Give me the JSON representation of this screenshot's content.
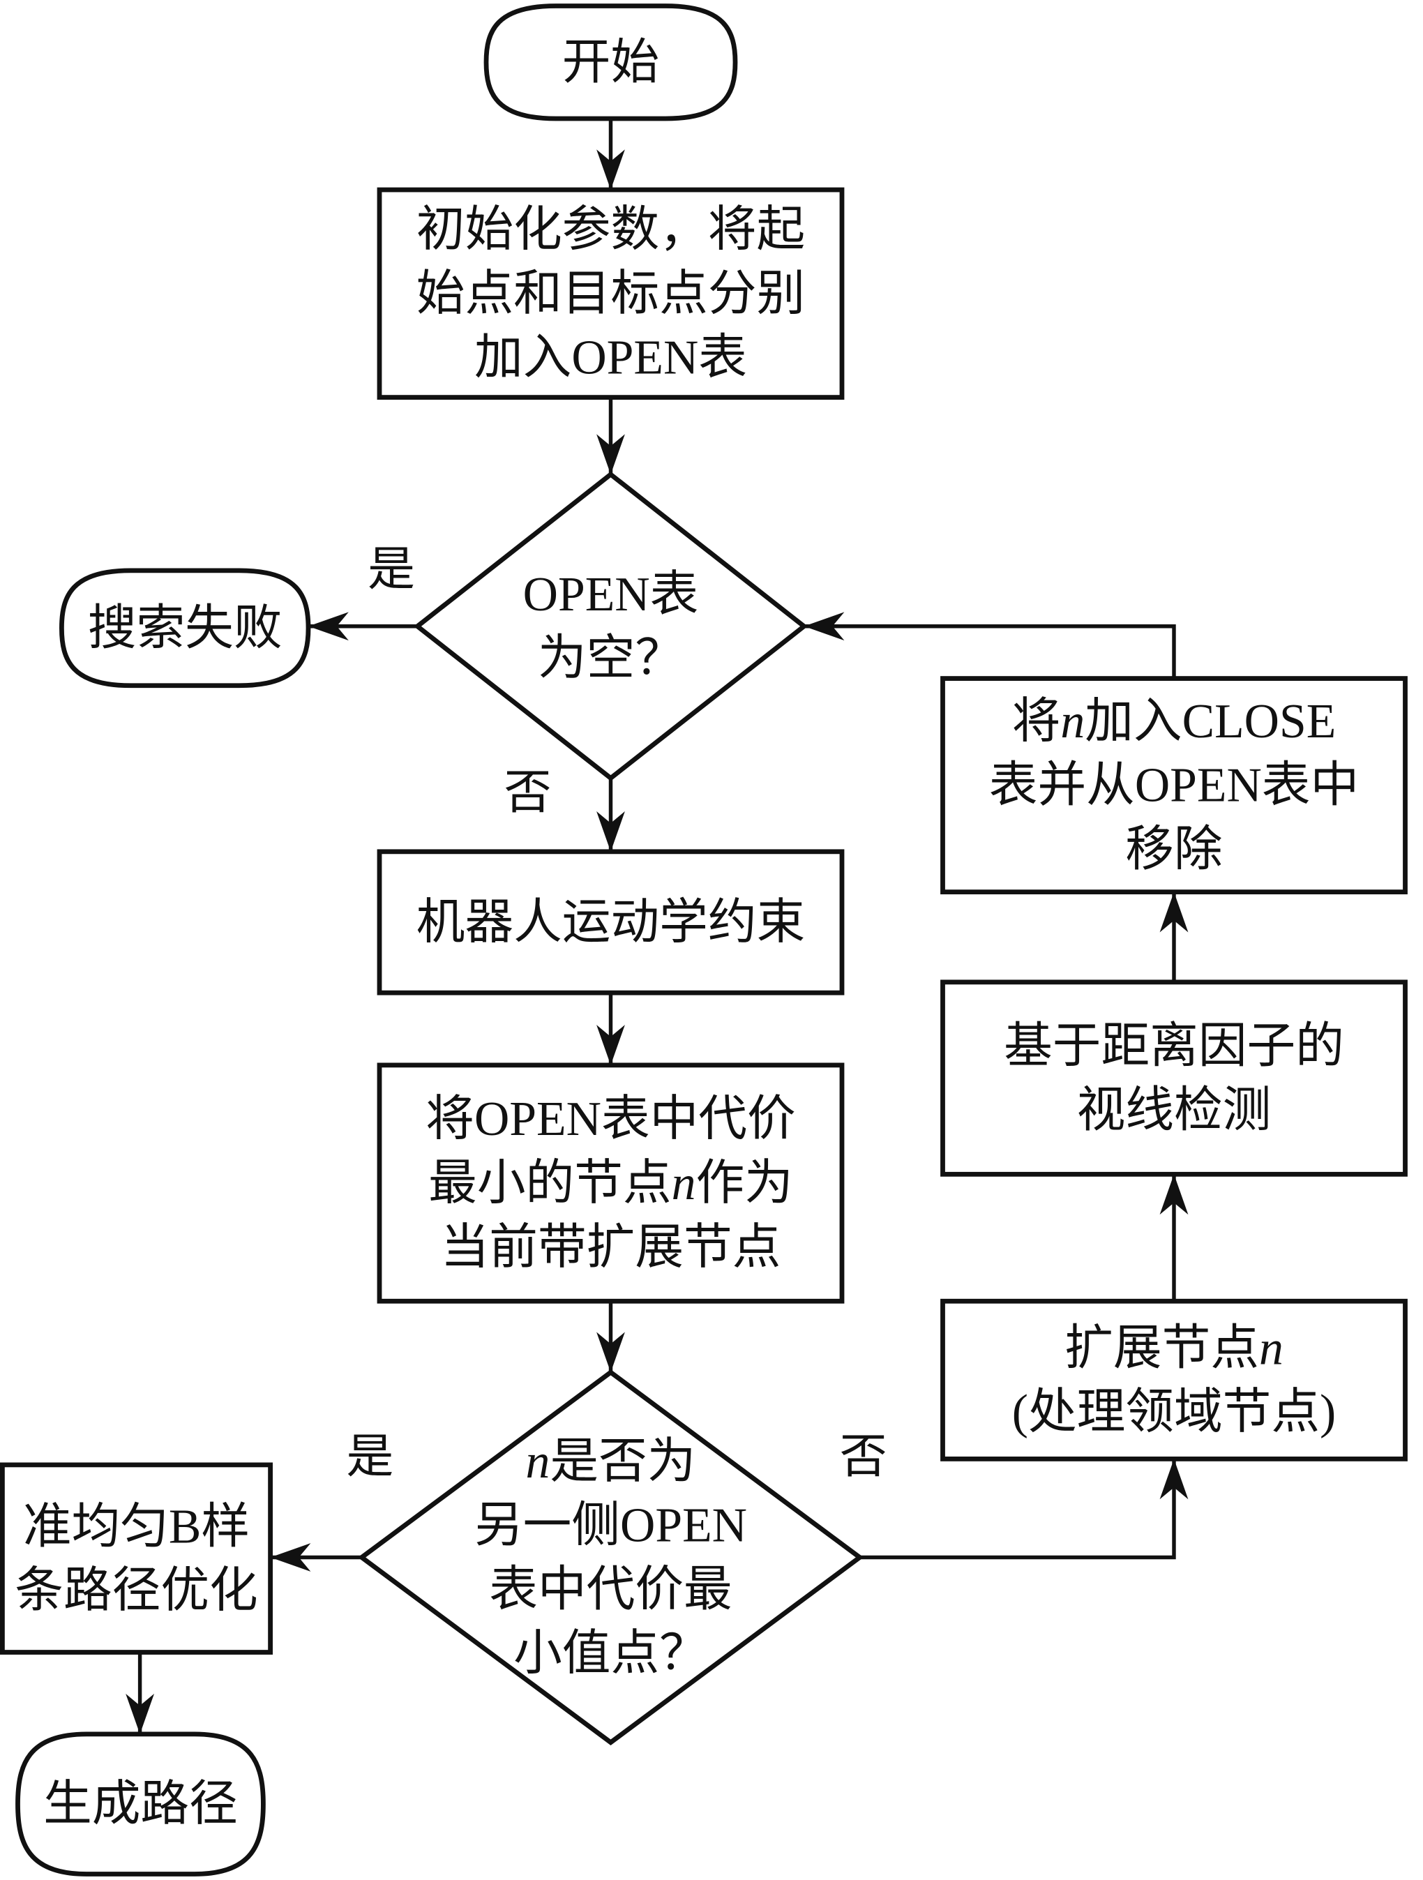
{
  "diagram": {
    "type": "flowchart",
    "colors": {
      "stroke": "#111111",
      "fill": "#ffffff",
      "text": "#111111"
    },
    "nodes": [
      {
        "id": "start",
        "shape": "terminator",
        "lines": [
          "开始"
        ]
      },
      {
        "id": "init",
        "shape": "process",
        "lines": [
          "初始化参数，将起",
          "始点和目标点分别",
          "加入OPEN表"
        ]
      },
      {
        "id": "open_empty",
        "shape": "decision",
        "lines": [
          "OPEN表",
          "为空？"
        ]
      },
      {
        "id": "search_fail",
        "shape": "terminator",
        "lines": [
          "搜索失败"
        ]
      },
      {
        "id": "kinematics",
        "shape": "process",
        "lines": [
          "机器人运动学约束"
        ]
      },
      {
        "id": "select_min",
        "shape": "process",
        "lines": [
          "将OPEN表中代价",
          "最小的节点{n}作为",
          "当前带扩展节点"
        ]
      },
      {
        "id": "meet_check",
        "shape": "decision",
        "lines": [
          "{n}是否为",
          "另一侧OPEN",
          "表中代价最",
          "小值点？"
        ]
      },
      {
        "id": "bspline",
        "shape": "process",
        "lines": [
          "准均匀B样",
          "条路径优化"
        ]
      },
      {
        "id": "gen_path",
        "shape": "terminator",
        "lines": [
          "生成路径"
        ]
      },
      {
        "id": "expand",
        "shape": "process",
        "lines": [
          "扩展节点{n}",
          "(处理领域节点)"
        ]
      },
      {
        "id": "los",
        "shape": "process",
        "lines": [
          "基于距离因子的",
          "视线检测"
        ]
      },
      {
        "id": "close",
        "shape": "process",
        "lines": [
          "将{n}加入CLOSE",
          "表并从OPEN表中",
          "移除"
        ]
      }
    ],
    "edges": [
      {
        "from": "start",
        "to": "init",
        "label": ""
      },
      {
        "from": "init",
        "to": "open_empty",
        "label": ""
      },
      {
        "from": "open_empty",
        "to": "search_fail",
        "label": "是"
      },
      {
        "from": "open_empty",
        "to": "kinematics",
        "label": "否"
      },
      {
        "from": "kinematics",
        "to": "select_min",
        "label": ""
      },
      {
        "from": "select_min",
        "to": "meet_check",
        "label": ""
      },
      {
        "from": "meet_check",
        "to": "bspline",
        "label": "是"
      },
      {
        "from": "meet_check",
        "to": "expand",
        "label": "否"
      },
      {
        "from": "bspline",
        "to": "gen_path",
        "label": ""
      },
      {
        "from": "expand",
        "to": "los",
        "label": ""
      },
      {
        "from": "los",
        "to": "close",
        "label": ""
      },
      {
        "from": "close",
        "to": "open_empty",
        "label": ""
      }
    ]
  }
}
